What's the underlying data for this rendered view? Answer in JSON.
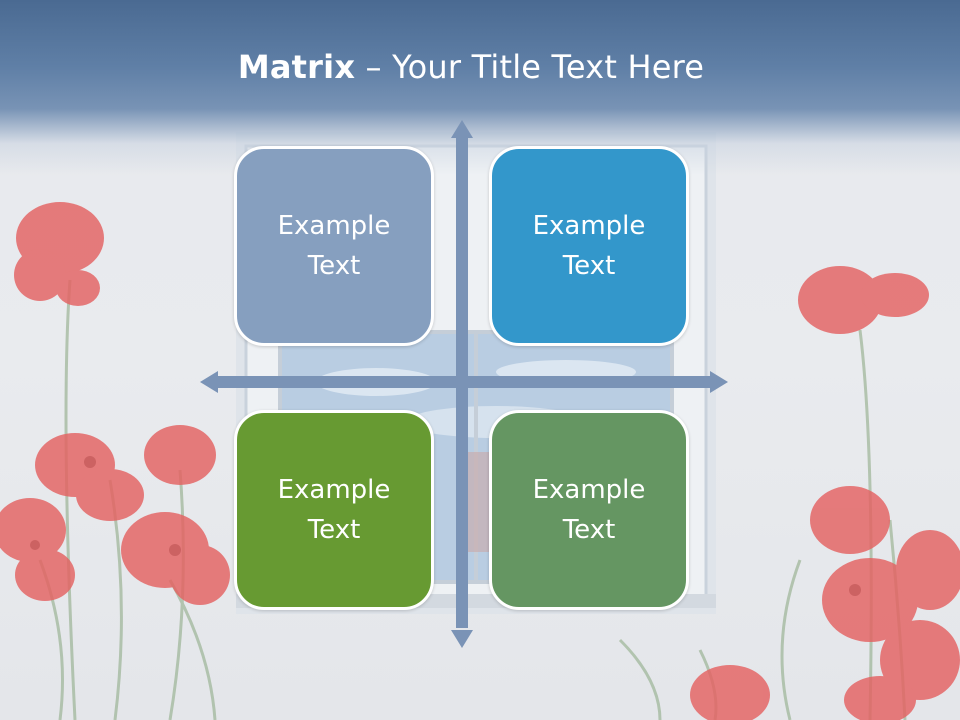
{
  "title": {
    "bold": "Matrix",
    "rest": " – Your Title Text Here"
  },
  "matrix": {
    "cells": [
      {
        "label": "Example\nText",
        "color": "#869fbf"
      },
      {
        "label": "Example\nText",
        "color": "#3397cb"
      },
      {
        "label": "Example\nText",
        "color": "#679a32"
      },
      {
        "label": "Example\nText",
        "color": "#659662"
      }
    ],
    "axis_color": "#7a93b6"
  },
  "background": {
    "header_color": "#5a7aa2",
    "flower_color": "#e05858"
  }
}
